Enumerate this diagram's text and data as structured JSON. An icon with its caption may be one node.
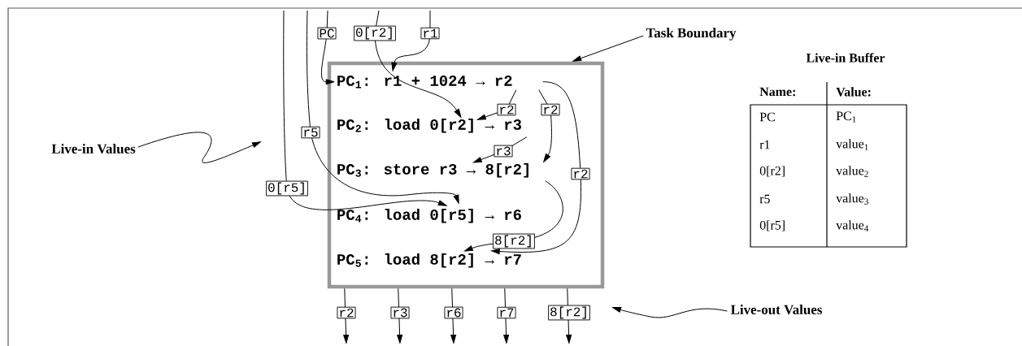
{
  "diagram": {
    "nodes": [
      {
        "text": [],
        "shape": "box"
      },
      {
        "text": [
          "PC$_{1}$: r1 + 1024 → r2"
        ],
        "in": 0
      },
      {
        "text": [
          "PC$_{2}$: load 0[r2] → r3"
        ],
        "in": 0
      },
      {
        "text": [
          "PC$_{3}$: store r3 → 8[r2]"
        ],
        "in": 0
      },
      {
        "text": [
          "PC$_{4}$: load 0[r5] → r6"
        ],
        "in": 0
      },
      {
        "text": [
          "PC$_{5}$: load 8[r2] → r7"
        ],
        "in": 0
      },
      {
        "text": [
          "Task Boundary"
        ]
      },
      {
        "text": [
          "Live-in Values"
        ]
      },
      {
        "text": [
          "Live-out Values"
        ]
      }
    ],
    "edges": [
      {
        "from": null,
        "to": 1,
        "arrow": "to",
        "label": "PC"
      },
      {
        "from": null,
        "to": 2,
        "arrow": "to",
        "label": "0[r2]"
      },
      {
        "from": null,
        "to": 1,
        "arrow": "to",
        "label": "r1"
      },
      {
        "from": null,
        "to": 4,
        "arrow": "to",
        "label": "r5"
      },
      {
        "from": null,
        "to": 4,
        "arrow": "to",
        "label": "0[r5]"
      },
      {
        "from": 1,
        "to": 2,
        "arrow": "to",
        "label": "r2"
      },
      {
        "from": 1,
        "to": 3,
        "arrow": "to",
        "label": "r2"
      },
      {
        "from": 2,
        "to": 3,
        "arrow": "to",
        "label": "r3"
      },
      {
        "from": 1,
        "to": 5,
        "arrow": "to",
        "label": "r2"
      },
      {
        "from": 3,
        "to": 5,
        "arrow": "to",
        "label": "8[r2]"
      },
      {
        "from": 0,
        "to": null,
        "arrow": "to",
        "label": "r2"
      },
      {
        "from": 0,
        "to": null,
        "arrow": "to",
        "label": "r3"
      },
      {
        "from": 0,
        "to": null,
        "arrow": "to",
        "label": "r6"
      },
      {
        "from": 0,
        "to": null,
        "arrow": "to",
        "label": "r7"
      },
      {
        "from": 0,
        "to": null,
        "arrow": "to",
        "label": "8[r2]"
      },
      {
        "from": 6,
        "to": 0,
        "arrow": "to"
      },
      {
        "from": 7,
        "to": null,
        "arrow": "to"
      },
      {
        "from": 8,
        "to": null,
        "arrow": "to"
      }
    ],
    "labels": [
      "Live-in Buffer",
      "Name:",
      "Value:",
      "PC",
      "PC$_{1}$",
      "r1",
      "value$_{1}$",
      "0[r2]",
      "value$_{2}$",
      "r5",
      "value$_{3}$",
      "0[r5]",
      "value$_{4}$"
    ]
  }
}
